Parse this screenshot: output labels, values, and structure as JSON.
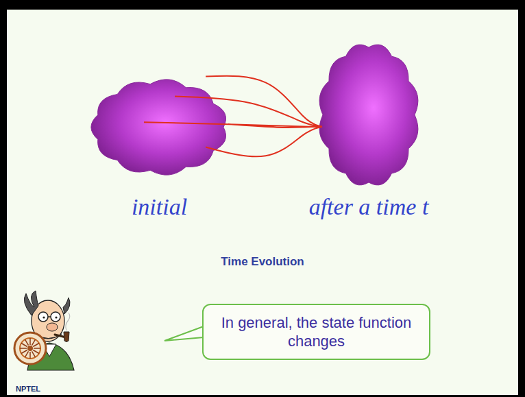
{
  "diagram": {
    "nodes": [
      {
        "text": [
          "initial"
        ]
      },
      {
        "text": [
          "after a time t"
        ]
      },
      {
        "text": [
          "In general, the state function changes"
        ]
      }
    ],
    "edges": [
      {
        "from": 0,
        "to": 1,
        "arrow": "none"
      }
    ],
    "labels": [
      "Time Evolution",
      "NPTEL"
    ]
  }
}
